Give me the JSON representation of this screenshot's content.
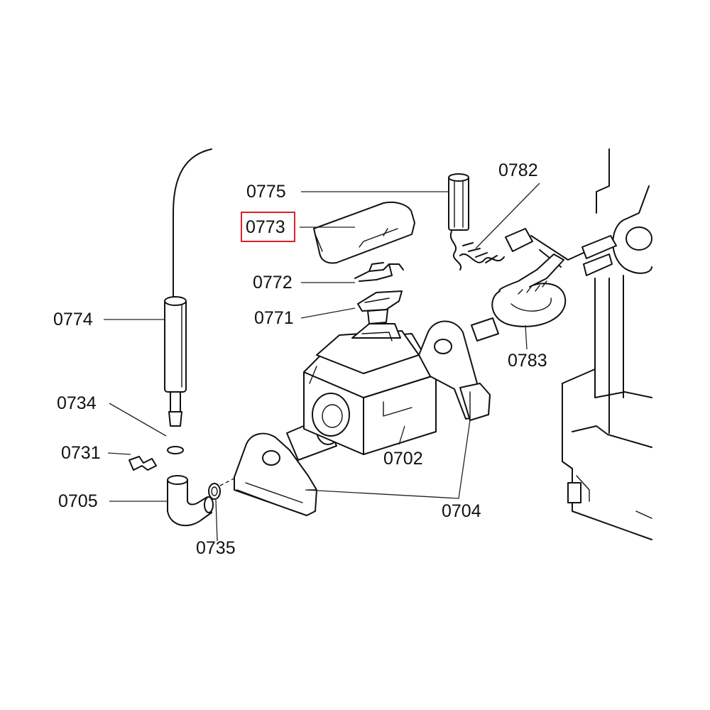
{
  "diagram": {
    "highlight_color": "#d9222a",
    "highlighted_part": "0773",
    "labels": [
      {
        "id": "0775",
        "text": "0775"
      },
      {
        "id": "0782",
        "text": "0782"
      },
      {
        "id": "0773",
        "text": "0773"
      },
      {
        "id": "0772",
        "text": "0772"
      },
      {
        "id": "0771",
        "text": "0771"
      },
      {
        "id": "0774",
        "text": "0774"
      },
      {
        "id": "0783",
        "text": "0783"
      },
      {
        "id": "0734",
        "text": "0734"
      },
      {
        "id": "0731",
        "text": "0731"
      },
      {
        "id": "0702",
        "text": "0702"
      },
      {
        "id": "0705",
        "text": "0705"
      },
      {
        "id": "0704",
        "text": "0704"
      },
      {
        "id": "0735",
        "text": "0735"
      }
    ]
  }
}
